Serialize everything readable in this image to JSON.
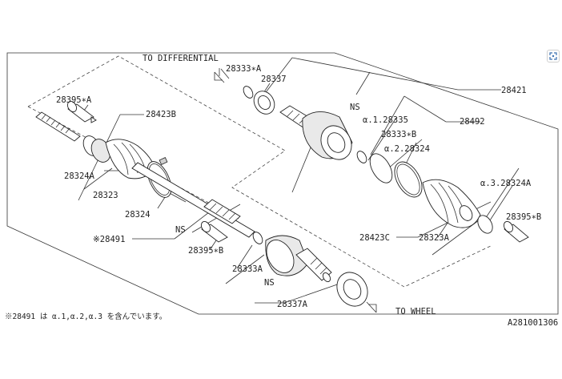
{
  "diagram": {
    "directions": {
      "to_differential": "TO DIFFERENTIAL",
      "to_wheel": "TO WHEEL"
    },
    "labels": {
      "l28421": "28421",
      "l28333A_top": "28333∗A",
      "l28337": "28337",
      "l28395A": "28395∗A",
      "l28423B": "28423B",
      "lNS_top": "NS",
      "la1": "α.1.28335",
      "l28333B": "28333∗B",
      "l28492": "28492",
      "la2": "α.2.28324",
      "l28324A_left": "28324A",
      "l28323_left": "28323",
      "la3": "α.3.28324A",
      "l28324": "28324",
      "l28395B_right": "28395∗B",
      "lNS_mid": "NS",
      "l28491": "※28491",
      "l28423C": "28423C",
      "l28323A": "28323A",
      "l28395B_mid": "28395∗B",
      "l28333A_bot": "28333A",
      "lNS_bot": "NS",
      "l28337A": "28337A"
    },
    "footnote": "※28491 は α.1,α.2,α.3 を含んでいます。",
    "diagram_code": "A281001306"
  },
  "icons": {
    "expand": "expand-icon"
  }
}
